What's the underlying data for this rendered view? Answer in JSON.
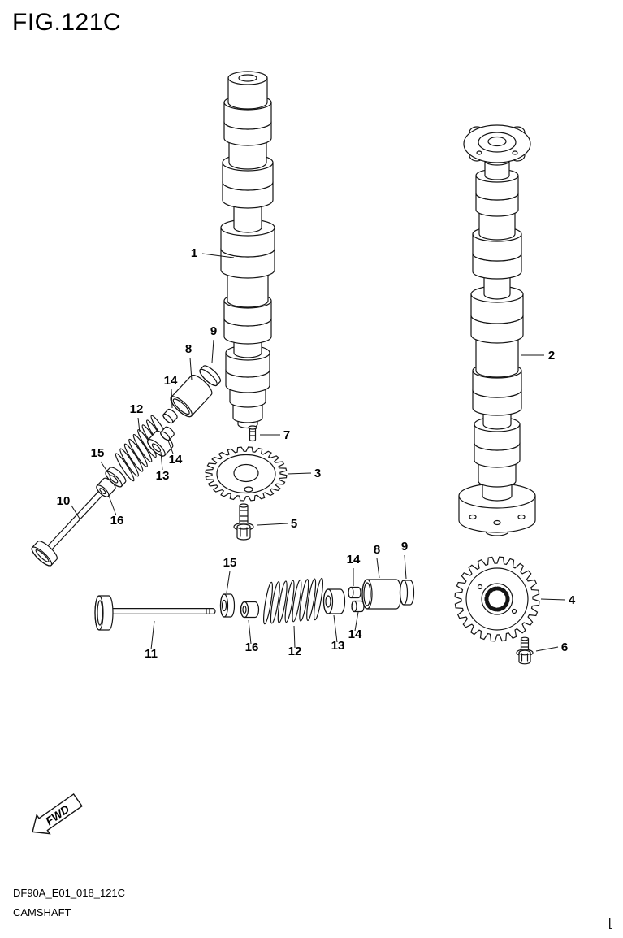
{
  "title": "FIG.121C",
  "fwd_label": "FWD",
  "footer": {
    "code": "DF90A_E01_018_121C",
    "name": "CAMSHAFT",
    "corner_mark": "["
  },
  "parts": {
    "1": "1",
    "2": "2",
    "3": "3",
    "4": "4",
    "5": "5",
    "6": "6",
    "7": "7",
    "8": "8",
    "9": "9",
    "10": "10",
    "11": "11",
    "12": "12",
    "13": "13",
    "14": "14",
    "15": "15",
    "16": "16"
  }
}
